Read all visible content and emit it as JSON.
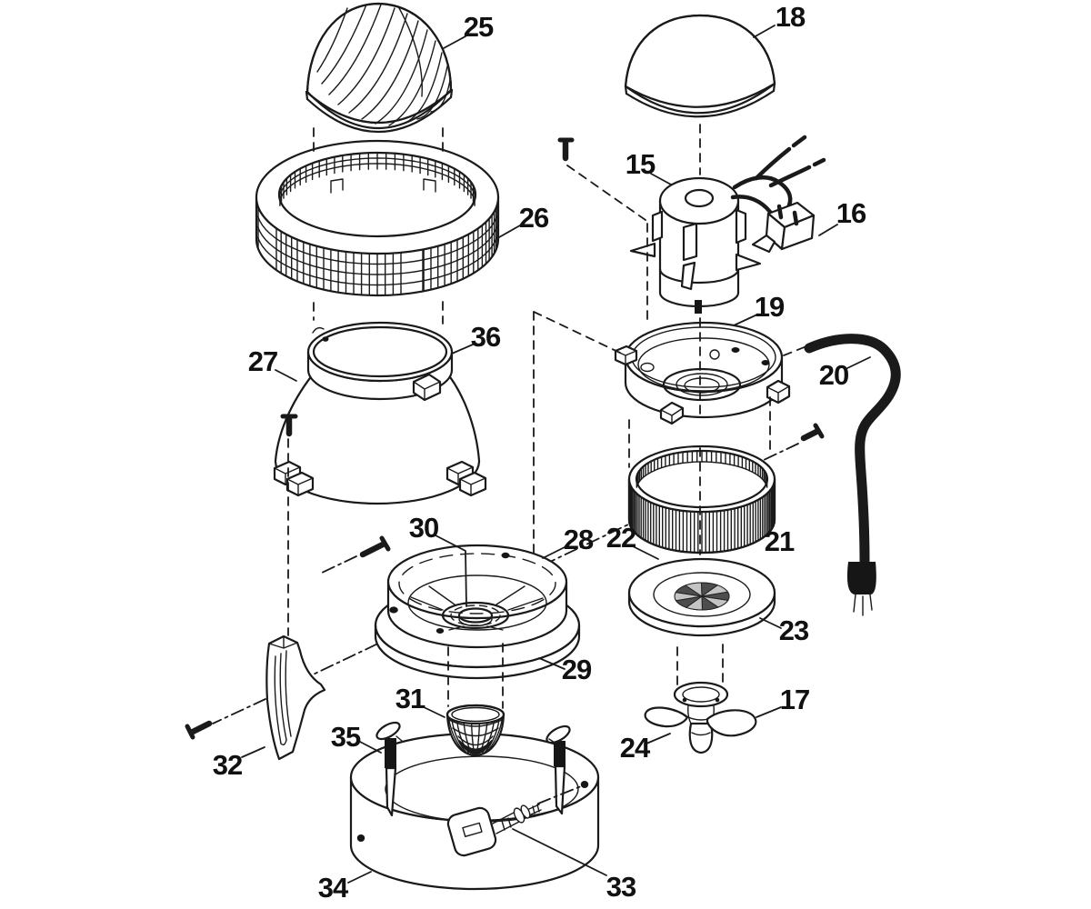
{
  "diagram": {
    "kind": "exploded-parts-diagram",
    "colors": {
      "line": "#1a1a1a",
      "background": "#ffffff",
      "label_text": "#111111"
    }
  },
  "part_labels": [
    "15",
    "16",
    "17",
    "18",
    "19",
    "20",
    "21",
    "22",
    "23",
    "24",
    "25",
    "26",
    "27",
    "28",
    "29",
    "30",
    "31",
    "32",
    "33",
    "34",
    "35",
    "36"
  ]
}
